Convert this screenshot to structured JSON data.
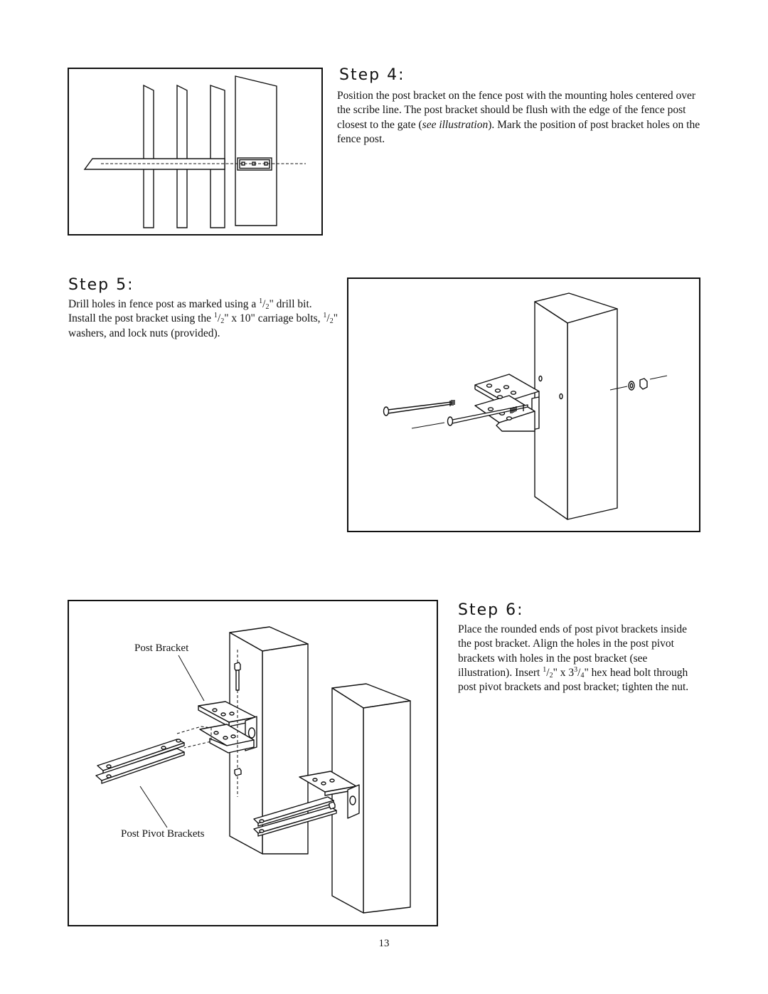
{
  "step4": {
    "title": "Step 4:",
    "text_before_italic": "Position the post bracket on the fence post with the mounting holes centered over the scribe line. The post bracket should be flush with the edge of the fence post closest to the gate (",
    "text_italic": "see illustration",
    "text_after_italic": "). Mark the position of post bracket holes on the fence post."
  },
  "step5": {
    "title": "Step 5:",
    "t1": "Drill holes in fence post as marked using a ",
    "num1": "1",
    "den1": "2",
    "t2": "\" drill bit. Install the post bracket using the ",
    "num2": "1",
    "den2": "2",
    "t3": "\" x 10\" carriage bolts, ",
    "num3": "1",
    "den3": "2",
    "t4": "\" washers, and lock nuts (provided)."
  },
  "step6": {
    "title": "Step 6:",
    "t1": "Place the rounded ends of post pivot brackets inside the post bracket. Align the holes in the post pivot brackets with holes in the post bracket (see illustration). Insert ",
    "num1": "1",
    "den1": "2",
    "t2": "\" x 3",
    "num2": "3",
    "den2": "4",
    "t3": "\" hex head bolt through post pivot brackets and post bracket;  tighten the nut.",
    "label_post_bracket": "Post Bracket",
    "label_pivot_brackets": "Post Pivot Brackets"
  },
  "page_number": "13"
}
